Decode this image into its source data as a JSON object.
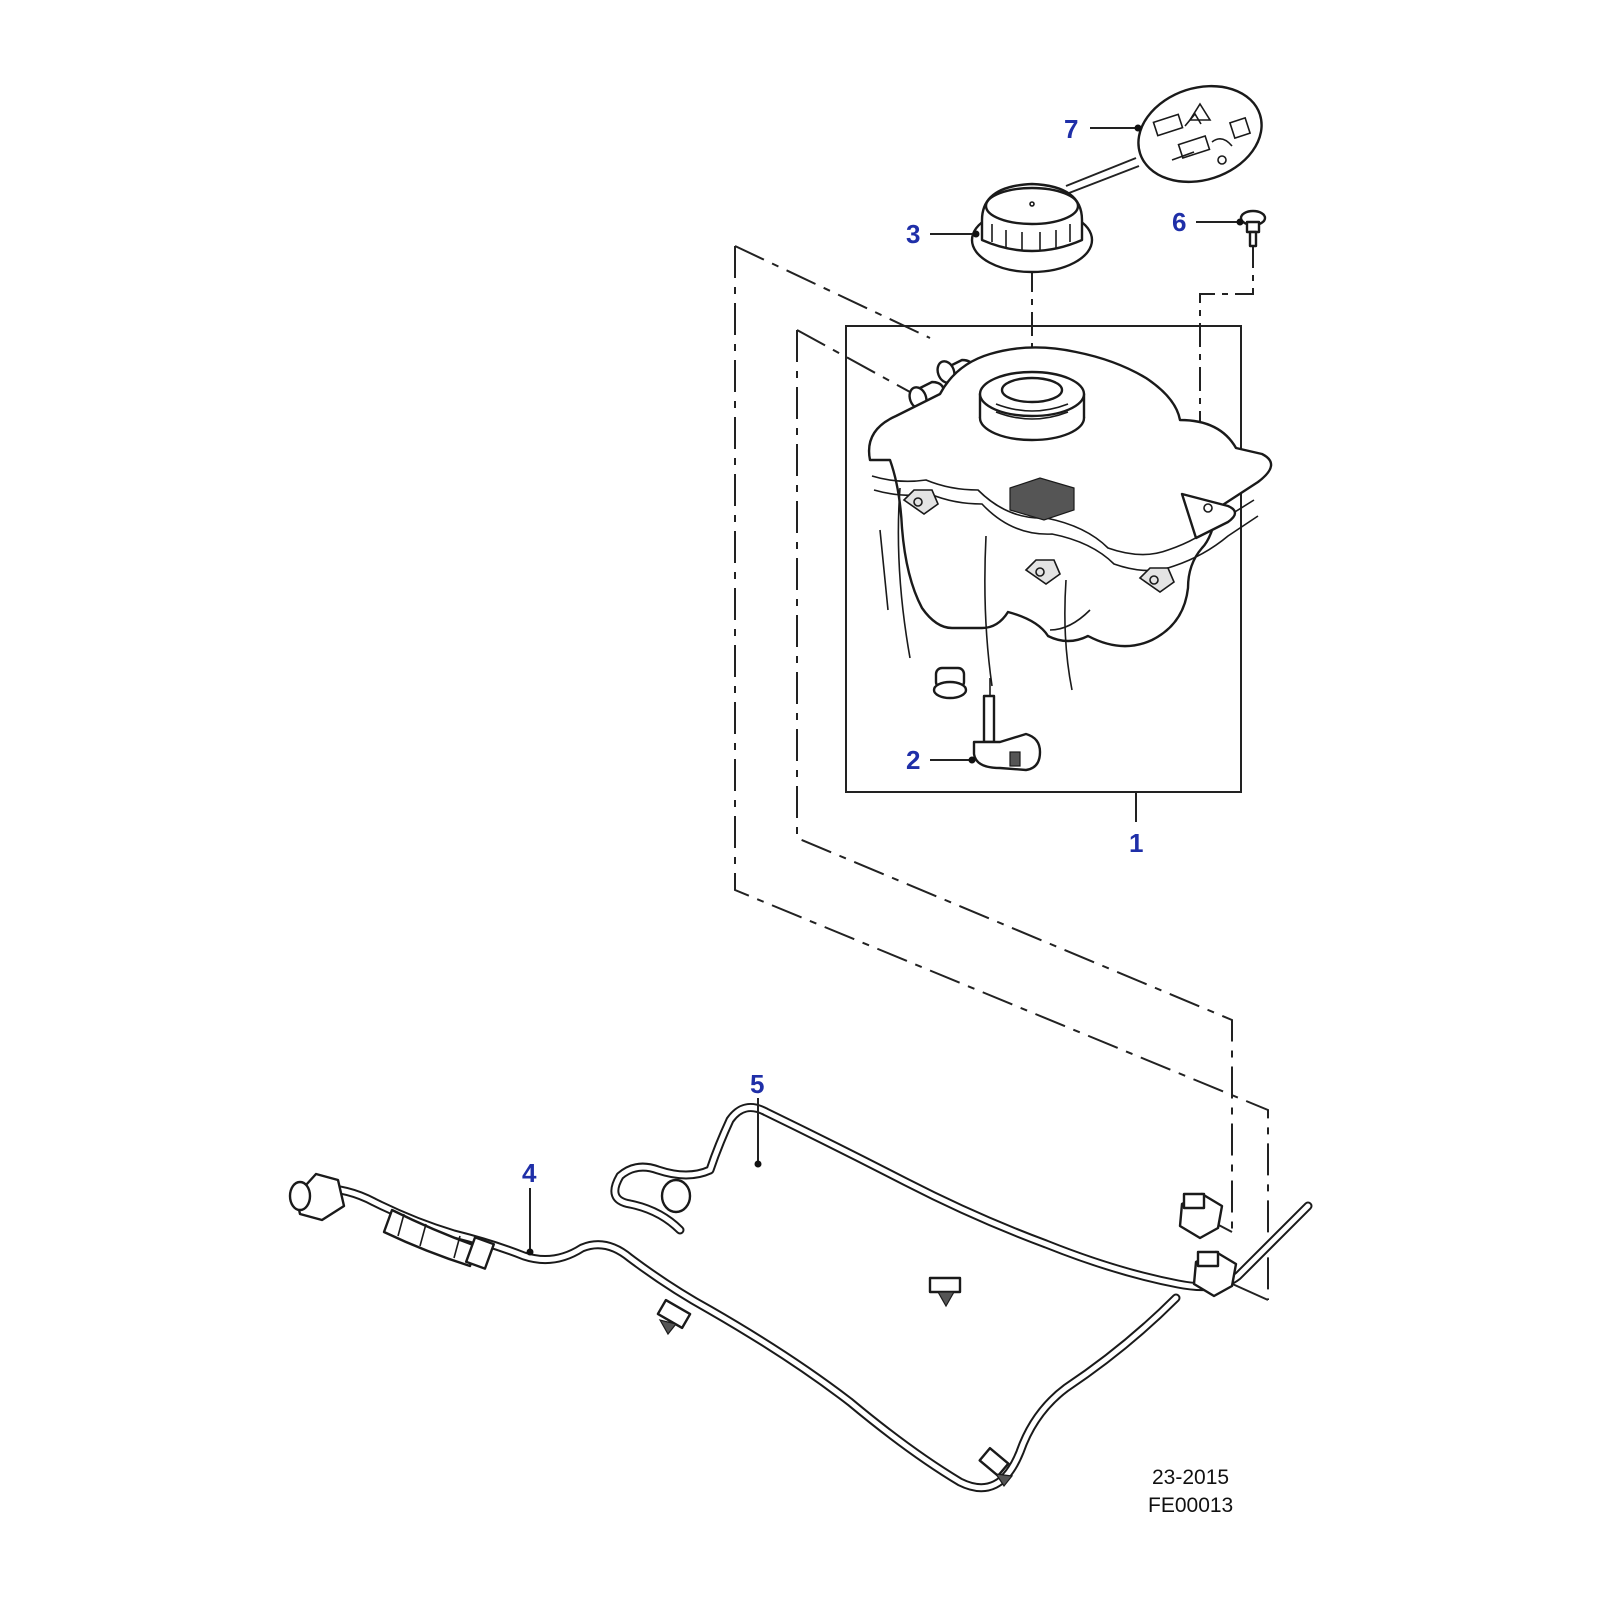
{
  "callouts": {
    "tank_assembly": "1",
    "level_sensor": "2",
    "filler_cap": "3",
    "hose_lower": "4",
    "hose_upper": "5",
    "bolt": "6",
    "warning_label": "7"
  },
  "reference": {
    "section": "23-2015",
    "figure": "FE00013"
  },
  "colors": {
    "callout": "#1f2fa8",
    "line": "#1a1a1a"
  }
}
